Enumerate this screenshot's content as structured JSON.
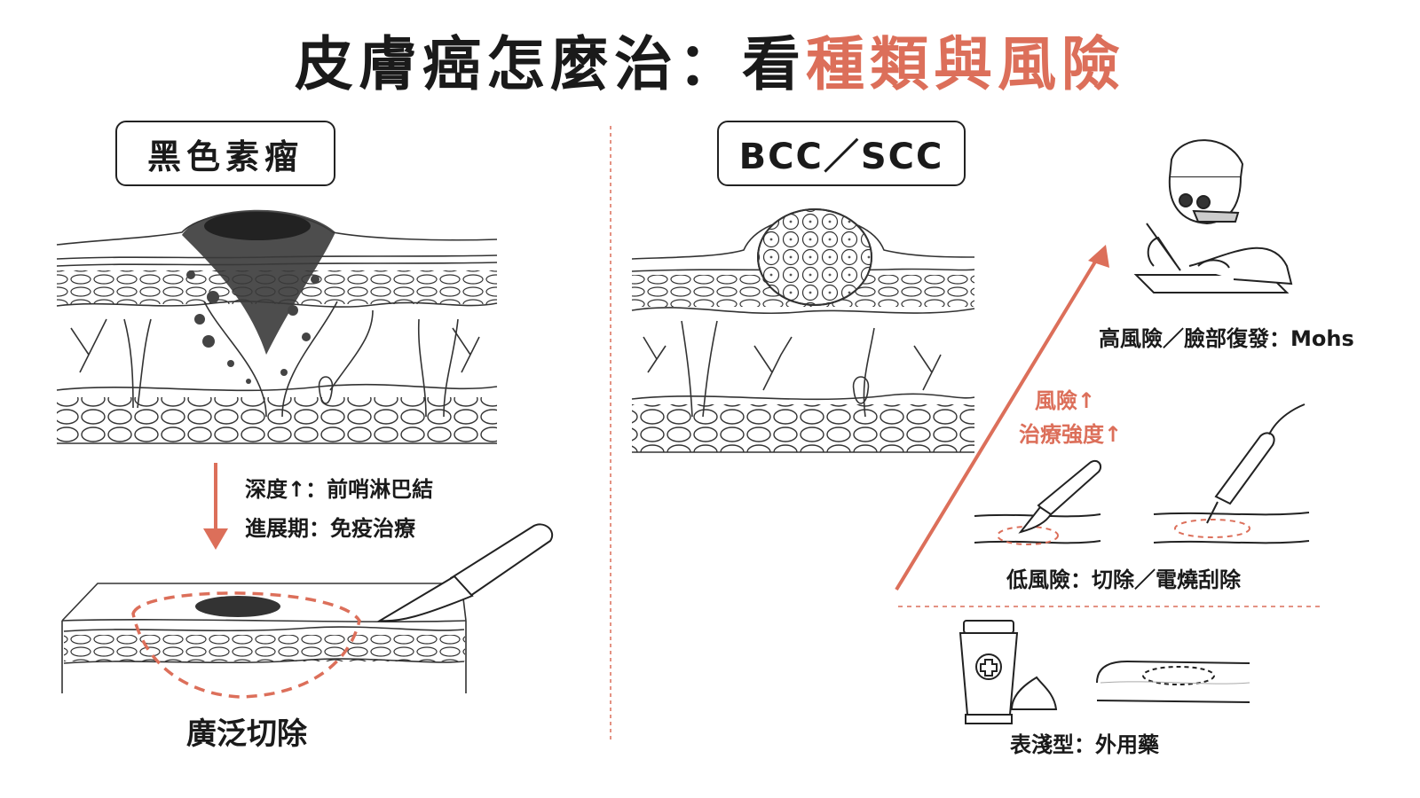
{
  "title": {
    "main": "皮膚癌怎麼治：看",
    "accent": "種類與風險"
  },
  "left": {
    "badge": "黑色素瘤",
    "arrow_lines": [
      "深度↑：前哨淋巴結",
      "進展期：免疫治療"
    ],
    "excision_label": "廣泛切除"
  },
  "right": {
    "badge": "BCC／SCC",
    "high_risk_label": "高風險／臉部復發：Mohs",
    "trend_labels": [
      "風險↑",
      "治療強度↑"
    ],
    "low_risk_label": "低風險：切除／電燒刮除",
    "superficial_label": "表淺型：外用藥"
  },
  "colors": {
    "accent": "#dc6f5a",
    "ink": "#1a1a1a",
    "tumor": "#3a3a3a"
  },
  "icons": [
    "scalpel-icon",
    "electrocautery-icon",
    "surgeon-icon",
    "cream-tube-icon",
    "medical-cross-icon"
  ]
}
